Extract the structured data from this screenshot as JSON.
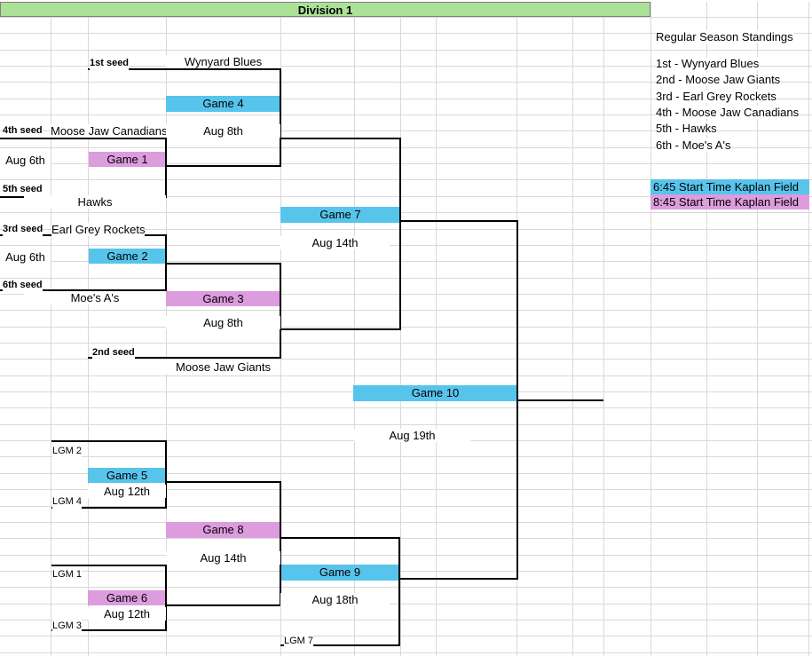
{
  "title": "Division 1",
  "colors": {
    "game_blue": "#57C4EC",
    "game_pink": "#DC9CDD",
    "banner_green": "#ACE198"
  },
  "standings": {
    "title": "Regular Season Standings",
    "items": [
      "1st - Wynyard Blues",
      "2nd - Moose Jaw Giants",
      "3rd - Earl Grey Rockets",
      "4th - Moose Jaw Canadians",
      "5th - Hawks",
      "6th - Moe's A's"
    ]
  },
  "legend": [
    {
      "label": "6:45 Start Time Kaplan Field",
      "color": "blue"
    },
    {
      "label": "8:45 Start Time Kaplan Field",
      "color": "pink"
    }
  ],
  "bracket": {
    "seeds": [
      {
        "label": "1st seed",
        "team": "Wynyard Blues"
      },
      {
        "label": "2nd seed",
        "team": "Moose Jaw Giants"
      },
      {
        "label": "3rd seed",
        "team": "Earl Grey Rockets"
      },
      {
        "label": "4th seed",
        "team": "Moose Jaw Canadians"
      },
      {
        "label": "5th seed",
        "team": "Hawks"
      },
      {
        "label": "6th seed",
        "team": "Moe's A's"
      }
    ],
    "games": [
      {
        "label": "Game 1",
        "date": "Aug 6th",
        "color": "pink"
      },
      {
        "label": "Game 2",
        "date": "Aug 6th",
        "color": "blue"
      },
      {
        "label": "Game 3",
        "date": "Aug 8th",
        "color": "pink"
      },
      {
        "label": "Game 4",
        "date": "Aug 8th",
        "color": "blue"
      },
      {
        "label": "Game 5",
        "date": "Aug 12th",
        "color": "blue"
      },
      {
        "label": "Game 6",
        "date": "Aug 12th",
        "color": "pink"
      },
      {
        "label": "Game 7",
        "date": "Aug 14th",
        "color": "blue"
      },
      {
        "label": "Game 8",
        "date": "Aug 14th",
        "color": "pink"
      },
      {
        "label": "Game 9",
        "date": "Aug 18th",
        "color": "blue"
      },
      {
        "label": "Game 10",
        "date": "Aug 19th",
        "color": "blue"
      }
    ],
    "lgm": [
      "LGM 2",
      "LGM 4",
      "LGM 1",
      "LGM 3",
      "LGM 7"
    ]
  }
}
